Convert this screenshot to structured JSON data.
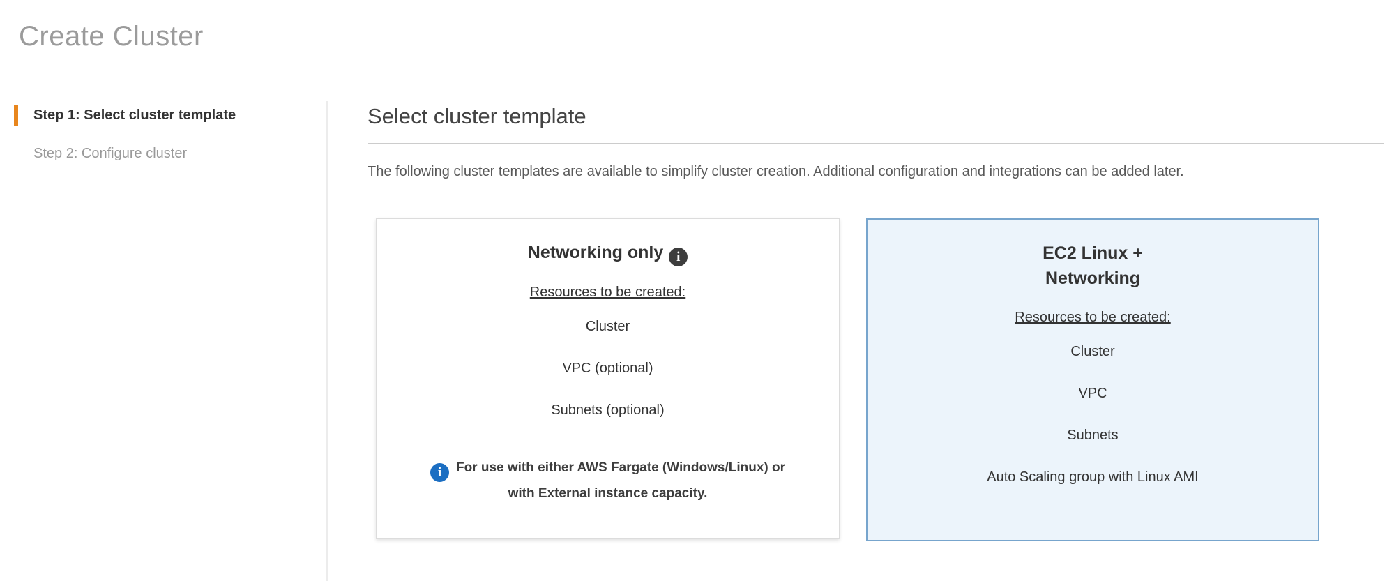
{
  "page": {
    "title": "Create Cluster"
  },
  "steps": [
    {
      "label": "Step 1: Select cluster template",
      "active": true
    },
    {
      "label": "Step 2: Configure cluster",
      "active": false
    }
  ],
  "main": {
    "heading": "Select cluster template",
    "description": "The following cluster templates are available to simplify cluster creation. Additional configuration and integrations can be added later.",
    "cards": [
      {
        "title": "Networking only",
        "title_info_icon": "info-icon",
        "resources_label": "Resources to be created:",
        "resources": [
          "Cluster",
          "VPC (optional)",
          "Subnets (optional)"
        ],
        "note": "For use with either AWS Fargate (Windows/Linux) or with External instance capacity.",
        "selected": false
      },
      {
        "title": "EC2 Linux + Networking",
        "resources_label": "Resources to be created:",
        "resources": [
          "Cluster",
          "VPC",
          "Subnets",
          "Auto Scaling group with Linux AMI"
        ],
        "selected": true
      }
    ]
  },
  "icons": {
    "info_glyph": "i"
  },
  "colors": {
    "accent_orange": "#e8861d",
    "selected_card_bg": "#ecf4fb",
    "selected_card_border": "#77a5cd",
    "info_icon_dark": "#3d3d3d",
    "info_icon_blue": "#1b6ec2"
  }
}
